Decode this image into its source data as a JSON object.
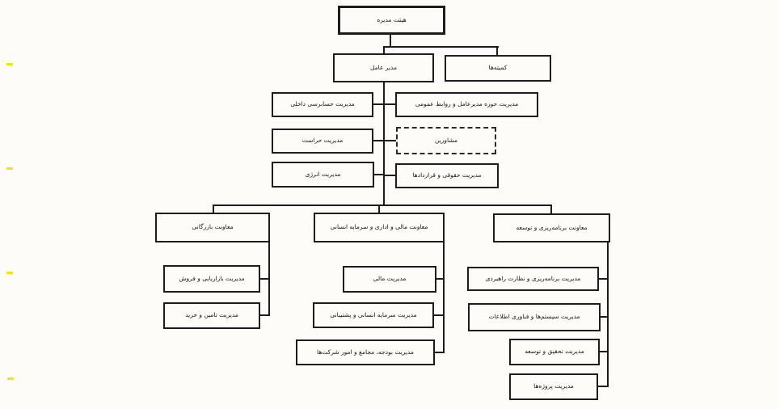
{
  "diagram": {
    "type": "org-chart",
    "language": "fa",
    "direction": "rtl",
    "nodes": {
      "board": {
        "label": "هیئت مدیره"
      },
      "ceo": {
        "label": "مدیر عامل"
      },
      "committees": {
        "label": "کمیته‌ها"
      },
      "internal_audit": {
        "label": "مدیریت حسابرسی داخلی"
      },
      "security": {
        "label": "مدیریت حراست"
      },
      "energy": {
        "label": "مدیریت انرژی"
      },
      "ceo_office_pr": {
        "label": "مدیریت حوزه مدیرعامل و روابط عمومی"
      },
      "advisors": {
        "label": "مشاورین"
      },
      "legal_contracts": {
        "label": "مدیریت حقوقی و قراردادها"
      },
      "commercial_deputy": {
        "label": "معاونت بازرگانی"
      },
      "finance_admin_deputy": {
        "label": "معاونت مالی و اداری و سرمایه انسانی"
      },
      "planning_dev_deputy": {
        "label": "معاونت برنامه‌ریزی و توسعه"
      },
      "marketing_sales": {
        "label": "مدیریت بازاریابی و فروش"
      },
      "supply_procurement": {
        "label": "مدیریت تامین و خرید"
      },
      "finance_mgmt": {
        "label": "مدیریت مالی"
      },
      "hr_support": {
        "label": "مدیریت سرمایه انسانی و پشتیبانی"
      },
      "budget_corporate": {
        "label": "مدیریت بودجه، مجامع و امور شرکت‌ها"
      },
      "planning_oversight": {
        "label": "مدیریت برنامه‌ریزی و نظارت راهبردی"
      },
      "systems_it": {
        "label": "مدیریت سیستم‌ها و فناوری اطلاعات"
      },
      "rnd": {
        "label": "مدیریت تحقیق و توسعه"
      },
      "projects": {
        "label": "مدیریت پروژه‌ها"
      }
    },
    "hierarchy": {
      "board": [
        "ceo",
        "committees"
      ],
      "ceo": [
        "internal_audit",
        "security",
        "energy",
        "ceo_office_pr",
        "advisors",
        "legal_contracts",
        "commercial_deputy",
        "finance_admin_deputy",
        "planning_dev_deputy"
      ],
      "commercial_deputy": [
        "marketing_sales",
        "supply_procurement"
      ],
      "finance_admin_deputy": [
        "finance_mgmt",
        "hr_support",
        "budget_corporate"
      ],
      "planning_dev_deputy": [
        "planning_oversight",
        "systems_it",
        "rnd",
        "projects"
      ]
    },
    "node_styles": {
      "advisors": "dashed-border"
    },
    "colors": {
      "line": "#1d1d1d",
      "paper": "#fdfcf8",
      "text": "#141414",
      "highlight_mark": "#f2e40a"
    }
  }
}
